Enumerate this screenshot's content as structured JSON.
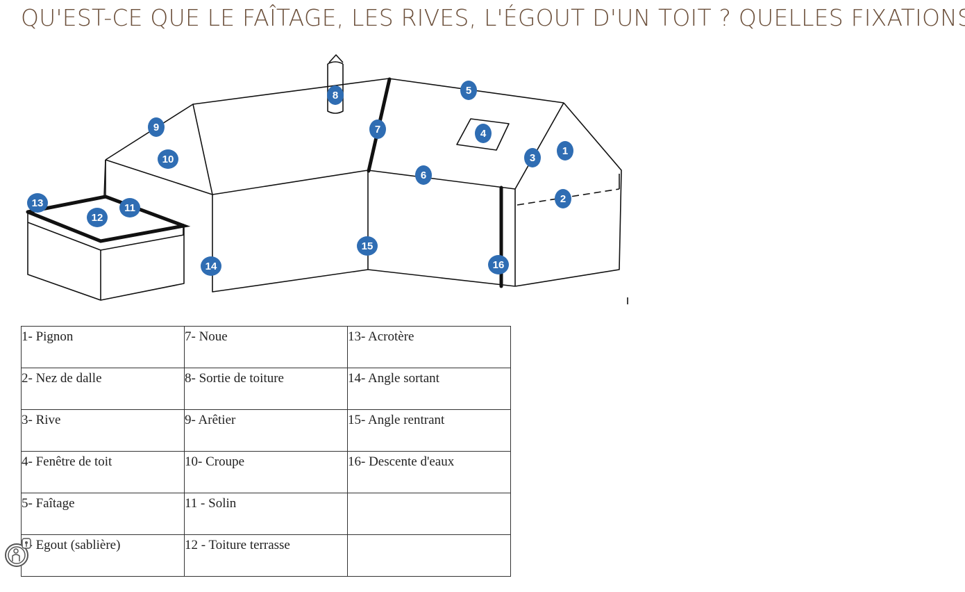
{
  "title": "QU'EST-CE QUE LE FAÎTAGE, LES RIVES, L'ÉGOUT D'UN TOIT ? QUELLES FIXATIONS",
  "diagram": {
    "markers": [
      "1",
      "2",
      "3",
      "4",
      "5",
      "6",
      "7",
      "8",
      "9",
      "10",
      "11",
      "12",
      "13",
      "14",
      "15",
      "16"
    ]
  },
  "legend": {
    "rows": [
      [
        "1- Pignon",
        "7- Noue",
        "13- Acrotère"
      ],
      [
        "2- Nez de dalle",
        "8- Sortie de toiture",
        "14- Angle sortant"
      ],
      [
        "3- Rive",
        "9- Arêtier",
        "15- Angle rentrant"
      ],
      [
        "4- Fenêtre de toit",
        "10- Croupe",
        "16- Descente d'eaux"
      ],
      [
        "5- Faîtage",
        "11 - Solin",
        ""
      ],
      [
        "6- Egout (sablière)",
        "12 - Toiture terrasse",
        ""
      ]
    ]
  },
  "colors": {
    "title": "#6b4f3a",
    "badge": "#2f6db3"
  },
  "icons": {
    "accessibility": "accessibility-icon"
  }
}
